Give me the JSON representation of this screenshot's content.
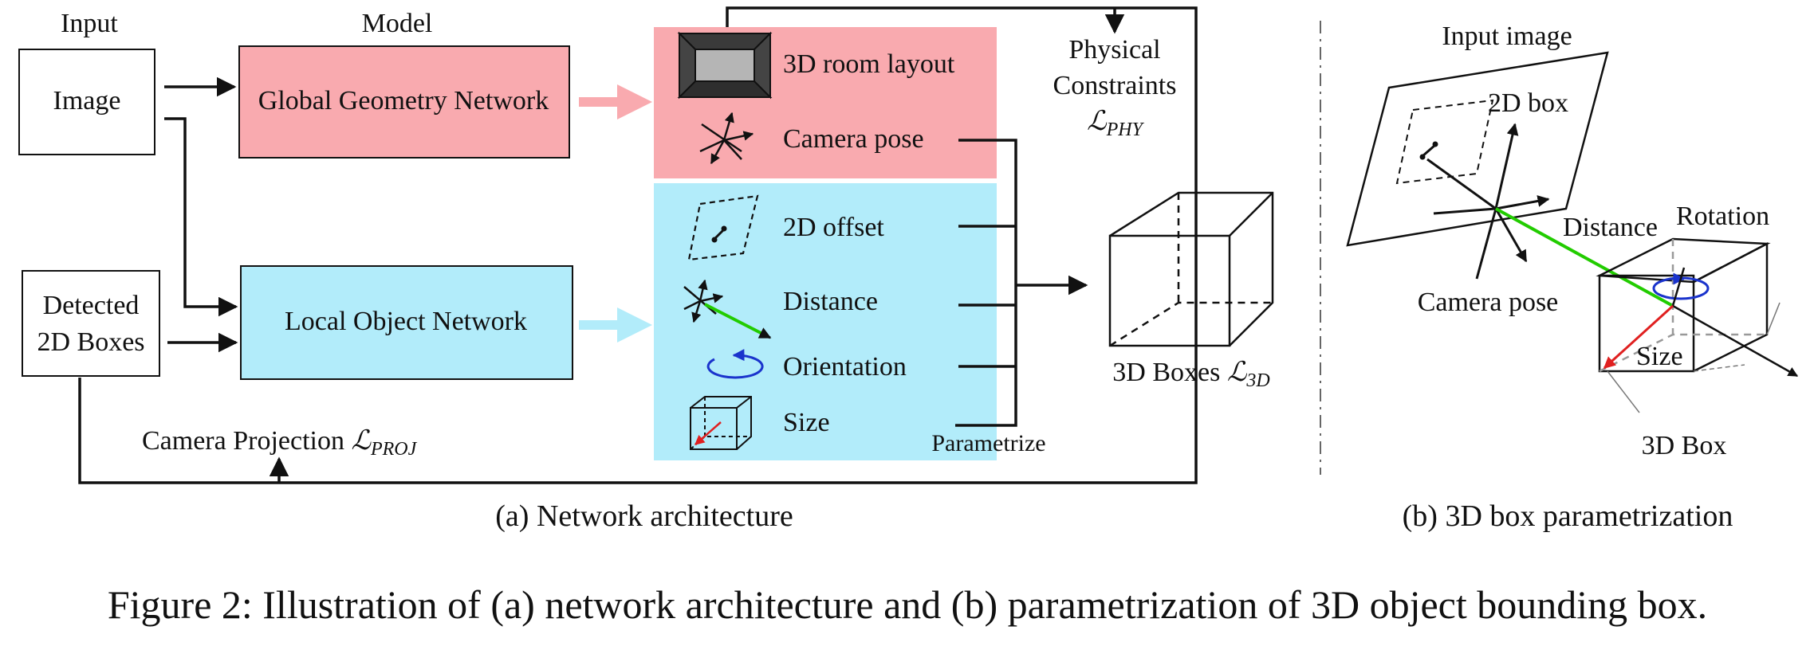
{
  "panel_a": {
    "header_input": "Input",
    "header_model": "Model",
    "image": "Image",
    "detected_line1": "Detected",
    "detected_line2": "2D Boxes",
    "global_net": "Global Geometry Network",
    "local_net": "Local Object Network",
    "room_layout": "3D room layout",
    "camera_pose": "Camera pose",
    "offset_2d": "2D offset",
    "distance": "Distance",
    "orientation": "Orientation",
    "size": "Size",
    "parametrize": "Parametrize",
    "phys_line1": "Physical",
    "phys_line2": "Constraints",
    "phys_loss_symbol": "ℒ",
    "phys_loss_sub": "PHY",
    "boxes_3d_label": "3D Boxes ",
    "boxes_loss_symbol": "ℒ",
    "boxes_loss_sub": "3D",
    "proj_label": "Camera Projection ",
    "proj_loss_symbol": "ℒ",
    "proj_loss_sub": "PROJ",
    "caption": "(a) Network architecture"
  },
  "panel_b": {
    "input_image": "Input image",
    "box_2d": "2D box",
    "distance": "Distance",
    "rotation": "Rotation",
    "camera_pose": "Camera pose",
    "size": "Size",
    "box_3d": "3D Box",
    "caption": "(b) 3D box parametrization"
  },
  "figure_caption": "Figure 2: Illustration of (a) network architecture and (b) parametrization of 3D object bounding box.",
  "colors": {
    "global_fill": "#f9aaaf",
    "local_fill": "#b2ecfa",
    "arrow_pink": "#f9aaaf",
    "arrow_cyan": "#b2ecfa",
    "green": "#22cc00",
    "red": "#e02020",
    "blue": "#1a33cc"
  }
}
